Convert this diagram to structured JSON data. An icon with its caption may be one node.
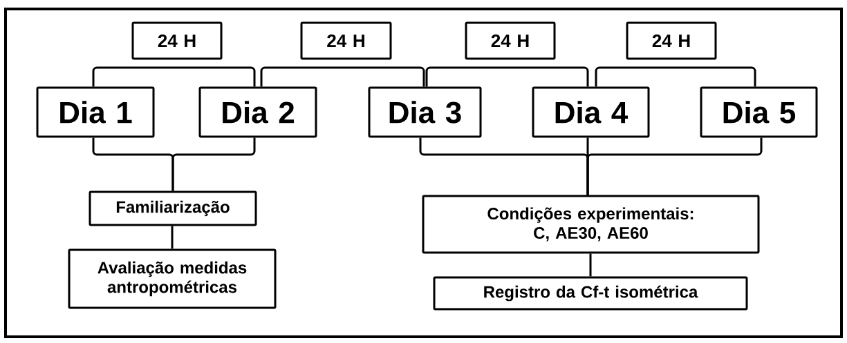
{
  "diagram": {
    "nodes": [
      {
        "text": [
          "24 H"
        ]
      },
      {
        "text": [
          "24 H"
        ]
      },
      {
        "text": [
          "24 H"
        ]
      },
      {
        "text": [
          "24 H"
        ]
      },
      {
        "text": [
          "Dia 1"
        ]
      },
      {
        "text": [
          "Dia 2"
        ]
      },
      {
        "text": [
          "Dia 3"
        ]
      },
      {
        "text": [
          "Dia 4"
        ]
      },
      {
        "text": [
          "Dia 5"
        ]
      },
      {
        "text": [
          "Familiarização"
        ]
      },
      {
        "text": [
          "Condições experimentais: C, AE30, AE60"
        ]
      },
      {
        "text": [
          "Avaliação medidas antropométricas"
        ]
      },
      {
        "text": [
          "Registro da Cf-t isométrica"
        ]
      }
    ],
    "edges": [
      {
        "from": 4,
        "to": 5,
        "arrow": "none"
      },
      {
        "from": 5,
        "to": 6,
        "arrow": "none"
      },
      {
        "from": 6,
        "to": 7,
        "arrow": "none"
      },
      {
        "from": 7,
        "to": 8,
        "arrow": "none"
      },
      {
        "from": 4,
        "to": 9,
        "arrow": "none"
      },
      {
        "from": 5,
        "to": 9,
        "arrow": "none"
      },
      {
        "from": 6,
        "to": 10,
        "arrow": "none"
      },
      {
        "from": 7,
        "to": 10,
        "arrow": "none"
      },
      {
        "from": 8,
        "to": 10,
        "arrow": "none"
      },
      {
        "from": 9,
        "to": 11,
        "arrow": "none"
      },
      {
        "from": 10,
        "to": 12,
        "arrow": "none"
      }
    ]
  }
}
